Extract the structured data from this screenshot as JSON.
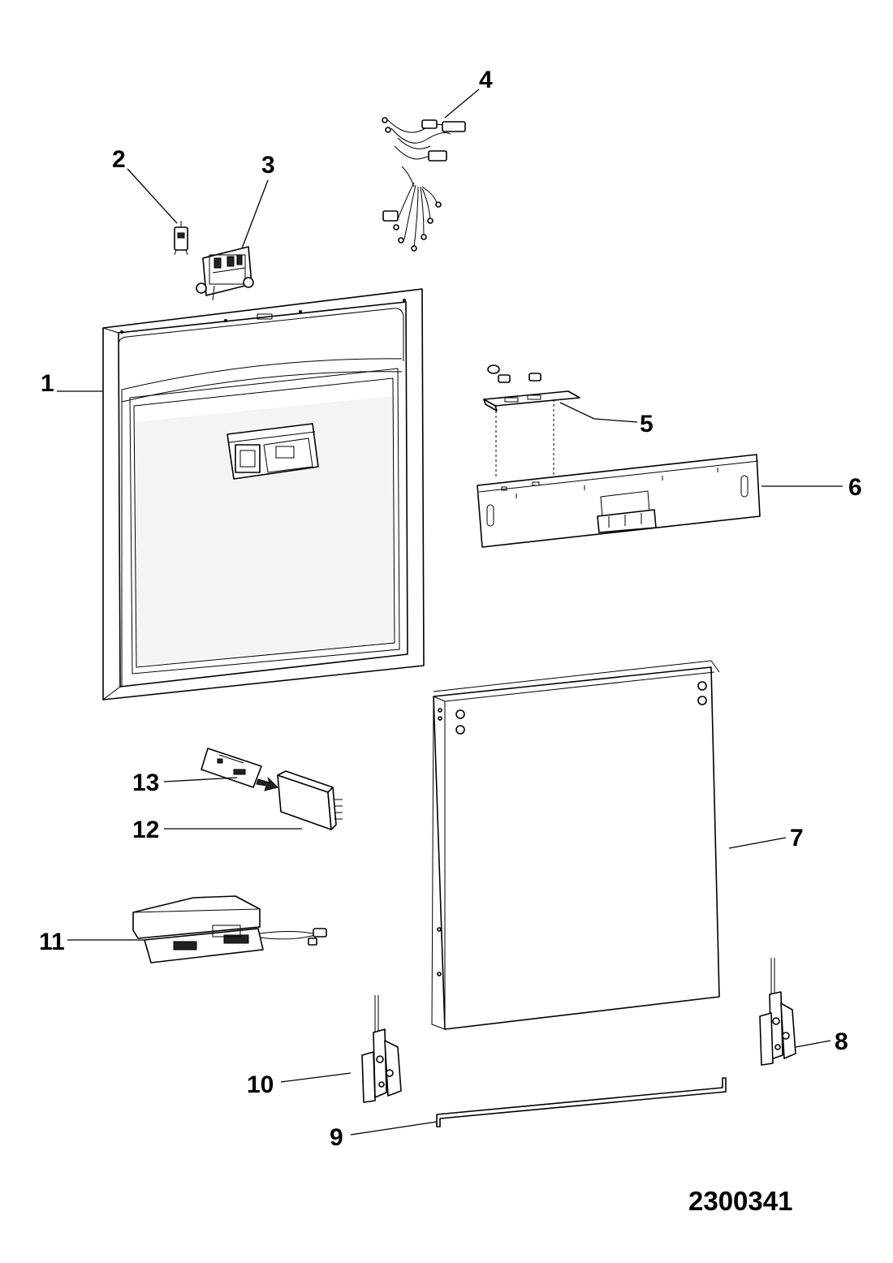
{
  "callouts": {
    "c1": "1",
    "c2": "2",
    "c3": "3",
    "c4": "4",
    "c5": "5",
    "c6": "6",
    "c7": "7",
    "c8": "8",
    "c9": "9",
    "c10": "10",
    "c11": "11",
    "c12": "12",
    "c13": "13"
  },
  "drawing_number": "2300341"
}
